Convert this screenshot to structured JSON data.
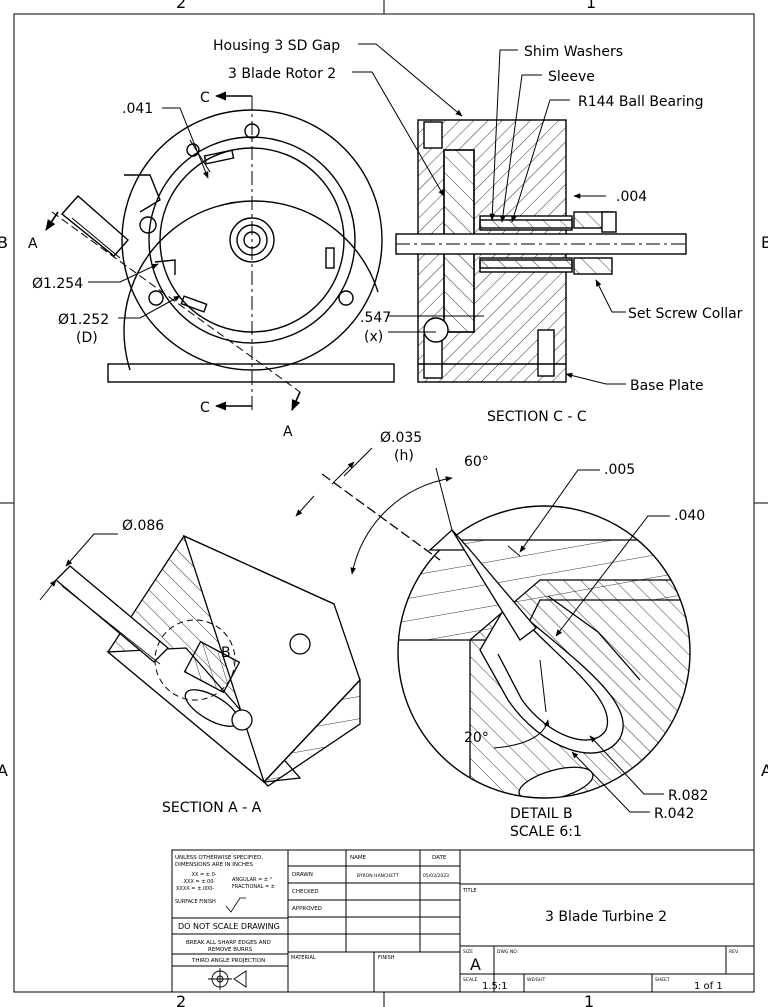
{
  "sheet": {
    "zone_top_left": "2",
    "zone_top_right": "1",
    "zone_bottom_left": "2",
    "zone_bottom_right": "1",
    "zone_left_upper": "B",
    "zone_right_upper": "B",
    "zone_left_lower": "A",
    "zone_right_lower": "A"
  },
  "callouts": {
    "housing": "Housing  3 SD Gap",
    "rotor": "3 Blade Rotor 2",
    "shim": "Shim Washers",
    "sleeve": "Sleeve",
    "bearing": "R144 Ball Bearing",
    "dim_004": ".004",
    "set_screw": "Set Screw Collar",
    "base_plate": "Base Plate",
    "dim_041": ".041",
    "dia_1254": "Ø1.254",
    "dia_1252": "Ø1.252",
    "dia_1252_note": "(D)",
    "dim_547": ".547",
    "dim_547_note": "(x)",
    "section_c_mark": "C",
    "section_a_mark": "A",
    "detail_b_mark": "B",
    "dia_035": "Ø.035",
    "dia_035_note": "(h)",
    "angle_60": "60°",
    "dim_005": ".005",
    "dim_040": ".040",
    "dia_086": "Ø.086",
    "angle_20": "20°",
    "r_082": "R.082",
    "r_042": "R.042"
  },
  "views": {
    "section_cc": "SECTION C - C",
    "section_aa": "SECTION A - A",
    "detail_b": "DETAIL B",
    "detail_b_scale": "SCALE 6:1"
  },
  "title_block": {
    "notes_1": "UNLESS OTHERWISE SPECIFIED,",
    "notes_2": "DIMENSIONS ARE IN INCHES",
    "tol_xx": ".XX = ±.0-",
    "tol_xxx": ".XXX = ±.00-",
    "tol_xxxx": "XXXX = ±.000-",
    "tol_angular": "ANGULAR = ± °",
    "tol_fractional": "FRACTIONAL = ±",
    "surface_finish": "SURFACE FINISH",
    "do_not_scale": "DO NOT SCALE DRAWING",
    "break_edges_1": "BREAK ALL SHARP EDGES AND",
    "break_edges_2": "REMOVE BURRS",
    "projection": "THIRD ANGLE PROJECTION",
    "col_name": "NAME",
    "col_date": "DATE",
    "row_drawn": "DRAWN",
    "row_checked": "CHECKED",
    "row_approved": "APPROVED",
    "drawn_name": "BYRON HANCHETT",
    "drawn_date": "05/03/2023",
    "material_label": "MATERIAL",
    "finish_label": "FINISH",
    "title_label": "TITLE",
    "title": "3 Blade Turbine 2",
    "size_label": "SIZE",
    "size_value": "A",
    "dwg_no_label": "DWG NO.",
    "rev_label": "REV.",
    "scale_label": "SCALE",
    "scale_value": "1.5:1",
    "weight_label": "WEIGHT",
    "sheet_label": "SHEET",
    "sheet_value": "1 of 1"
  }
}
